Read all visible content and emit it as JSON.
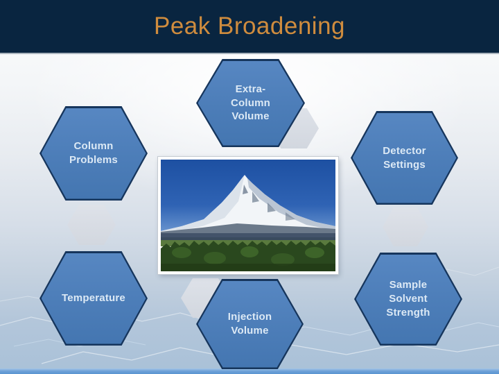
{
  "slide": {
    "title": "Peak Broadening"
  },
  "theme": {
    "header_bg": "#092540",
    "title_color": "#CF8C3E",
    "hexagon_fill": "#4C7DB8",
    "hexagon_border": "#16355C",
    "shadow_hexagon_fill": "#D8DCE3",
    "label_color": "#DCE9F5",
    "bottom_accent": "#5B94D1"
  },
  "diagram": {
    "center_image": "snow-capped-mountain-photo",
    "hexagons": [
      {
        "id": "extra-column-volume",
        "label": "Extra-\nColumn\nVolume"
      },
      {
        "id": "column-problems",
        "label": "Column\nProblems"
      },
      {
        "id": "detector-settings",
        "label": "Detector\nSettings"
      },
      {
        "id": "temperature",
        "label": "Temperature"
      },
      {
        "id": "injection-volume",
        "label": "Injection\nVolume"
      },
      {
        "id": "sample-solvent-strength",
        "label": "Sample\nSolvent\nStrength"
      }
    ]
  }
}
